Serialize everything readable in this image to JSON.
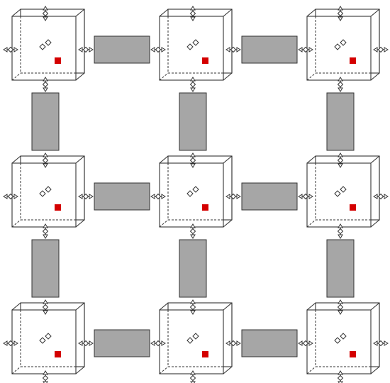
{
  "diagram": {
    "grid": {
      "rows": 3,
      "cols": 3
    },
    "colors": {
      "background": "#ffffff",
      "stroke": "#333333",
      "dashed": "#333333",
      "link_fill": "#a6a6a6",
      "marker": "#d40000",
      "port_fill": "#ffffff"
    },
    "nodes": [
      {
        "id": "n00",
        "row": 0,
        "col": 0
      },
      {
        "id": "n01",
        "row": 0,
        "col": 1
      },
      {
        "id": "n02",
        "row": 0,
        "col": 2
      },
      {
        "id": "n10",
        "row": 1,
        "col": 0
      },
      {
        "id": "n11",
        "row": 1,
        "col": 1
      },
      {
        "id": "n12",
        "row": 1,
        "col": 2
      },
      {
        "id": "n20",
        "row": 2,
        "col": 0
      },
      {
        "id": "n21",
        "row": 2,
        "col": 1
      },
      {
        "id": "n22",
        "row": 2,
        "col": 2
      }
    ],
    "links": [
      {
        "from": "n00",
        "to": "n01",
        "orientation": "horizontal"
      },
      {
        "from": "n01",
        "to": "n02",
        "orientation": "horizontal"
      },
      {
        "from": "n10",
        "to": "n11",
        "orientation": "horizontal"
      },
      {
        "from": "n11",
        "to": "n12",
        "orientation": "horizontal"
      },
      {
        "from": "n20",
        "to": "n21",
        "orientation": "horizontal"
      },
      {
        "from": "n21",
        "to": "n22",
        "orientation": "horizontal"
      },
      {
        "from": "n00",
        "to": "n10",
        "orientation": "vertical"
      },
      {
        "from": "n01",
        "to": "n11",
        "orientation": "vertical"
      },
      {
        "from": "n02",
        "to": "n12",
        "orientation": "vertical"
      },
      {
        "from": "n10",
        "to": "n20",
        "orientation": "vertical"
      },
      {
        "from": "n11",
        "to": "n21",
        "orientation": "vertical"
      },
      {
        "from": "n12",
        "to": "n22",
        "orientation": "vertical"
      }
    ],
    "icons": {
      "node": "cube-node-icon",
      "port": "double-arrow-port-icon",
      "pair": "diamond-pair-icon",
      "marker": "red-square-marker-icon"
    }
  }
}
